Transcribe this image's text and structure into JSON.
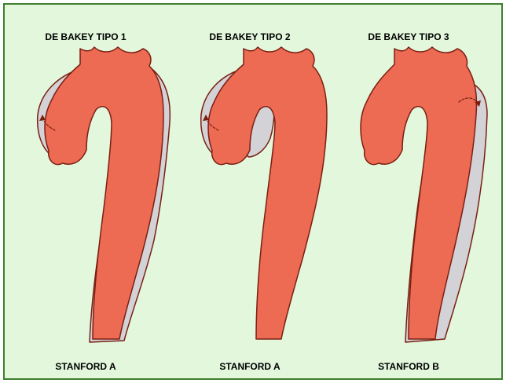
{
  "panels": [
    {
      "title": "DE BAKEY TIPO 1",
      "caption": "STANFORD A"
    },
    {
      "title": "DE BAKEY TIPO 2",
      "caption": "STANFORD A"
    },
    {
      "title": "DE BAKEY TIPO 3",
      "caption": "STANFORD B"
    }
  ],
  "colors": {
    "background": "#e2f7dc",
    "border": "#3f7f2e",
    "aorta_lumen": "#ed6a53",
    "false_lumen": "#d3d2d6",
    "outline": "#7a1f12"
  }
}
